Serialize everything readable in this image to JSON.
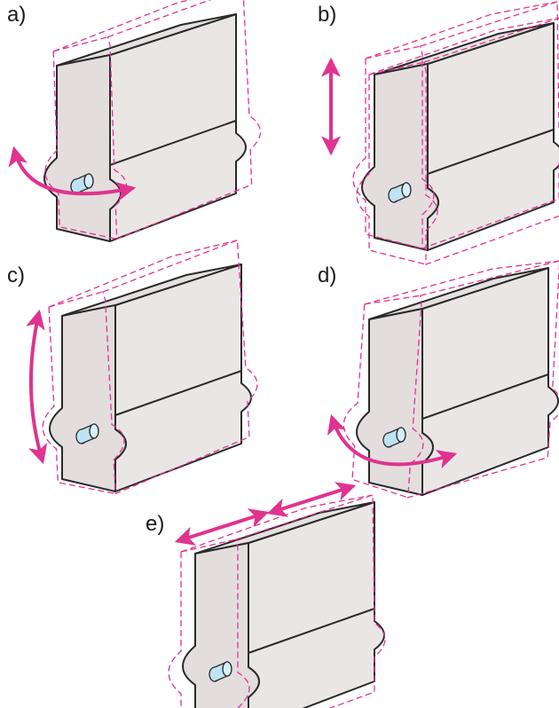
{
  "panels": [
    {
      "label": "a)",
      "motion": "rotation"
    },
    {
      "label": "b)",
      "motion": "vertical-translation"
    },
    {
      "label": "c)",
      "motion": "rotation"
    },
    {
      "label": "d)",
      "motion": "rotation"
    },
    {
      "label": "e)",
      "motion": "axial-translation"
    }
  ],
  "colors": {
    "arrow": "#e0338f",
    "dashed_outline": "#e0338f",
    "block_fill": "#ebe6e6",
    "block_front": "#e3dddd",
    "block_edge": "#2a2a2a",
    "shaft_fill": "#bfe3f2"
  }
}
